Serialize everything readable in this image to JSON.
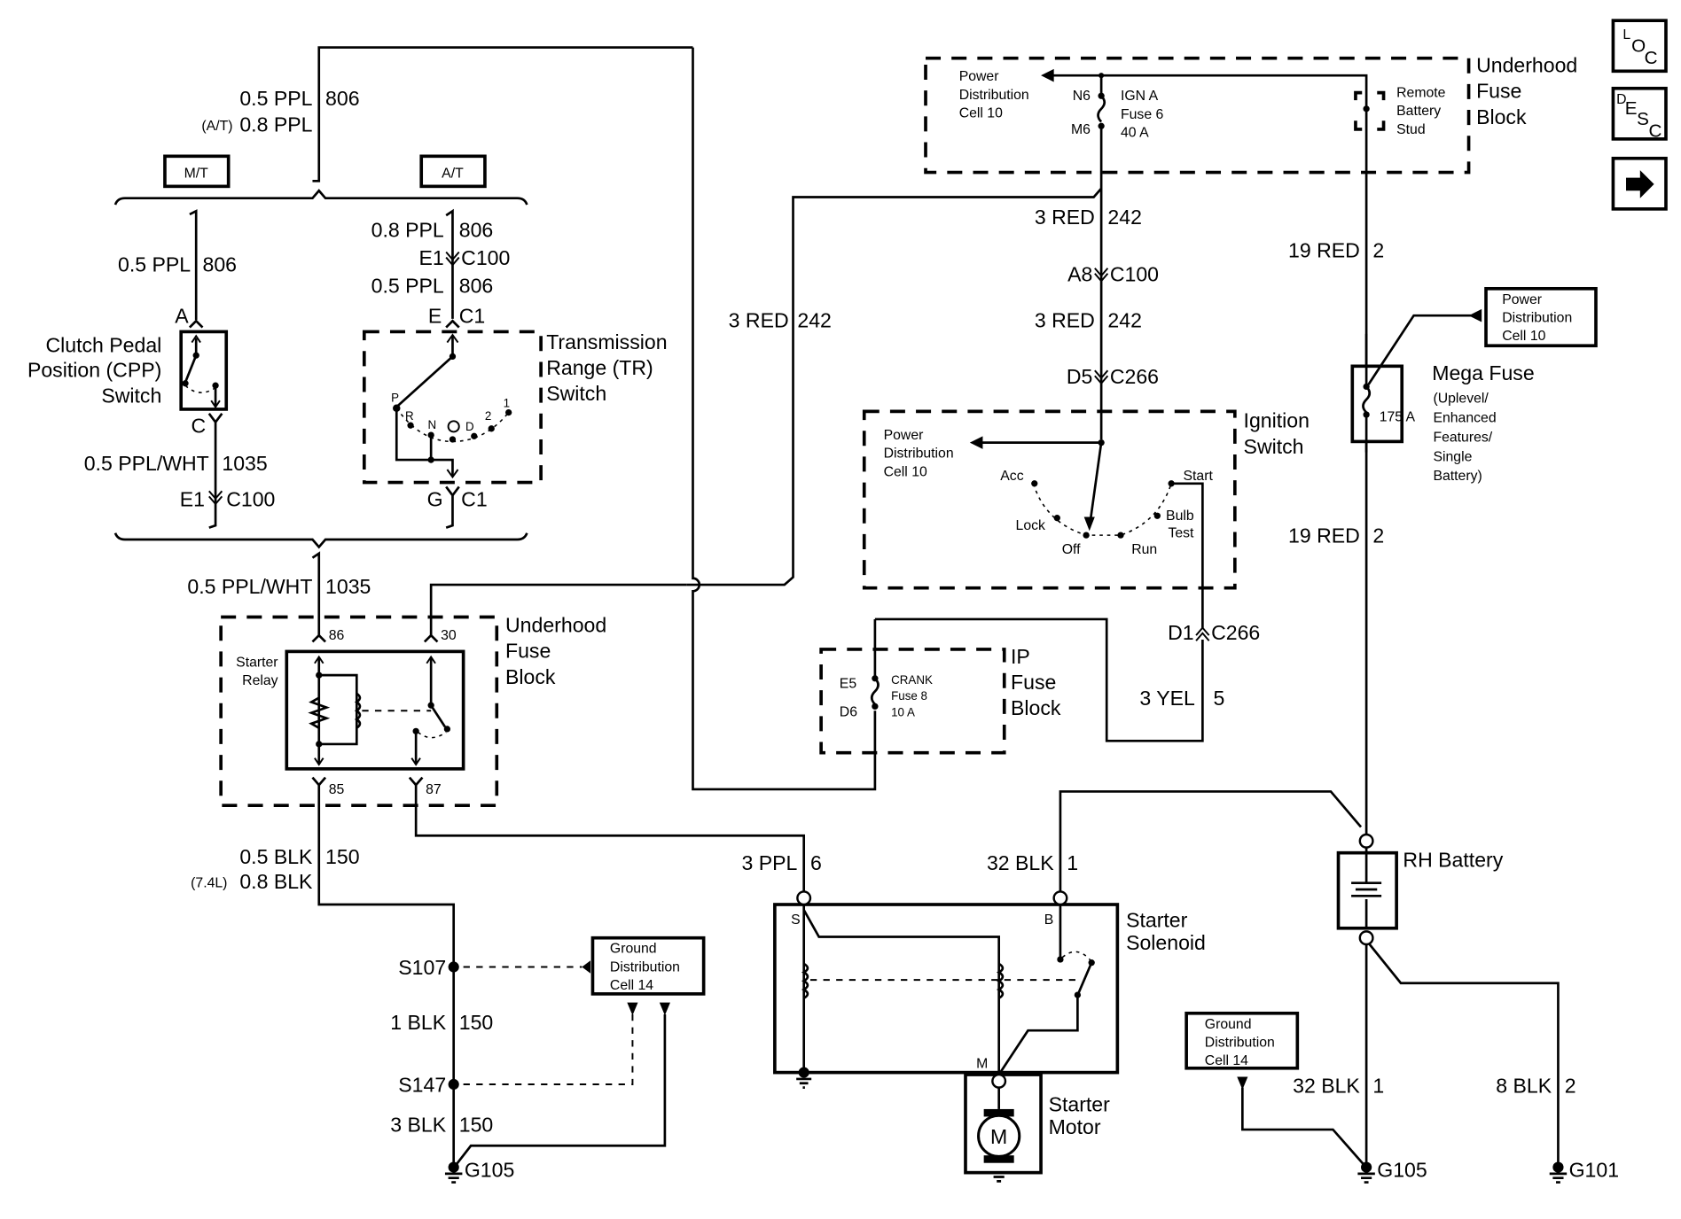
{
  "diagram": {
    "title": "Starting System Wiring Schematic",
    "nav_buttons": [
      {
        "label": "LOC",
        "glyph_letters": [
          "L",
          "O",
          "C"
        ],
        "icon": "locator-icon"
      },
      {
        "label": "DESC",
        "glyph_letters": [
          "D",
          "E",
          "S",
          "C"
        ],
        "icon": "description-icon"
      },
      {
        "label": "Next",
        "icon": "arrow-right-icon"
      }
    ],
    "top_wire": {
      "line1": "0.5 PPL",
      "circuit": "806",
      "line2_prefix": "(A/T)",
      "line2": "0.8 PPL"
    },
    "option_tags": {
      "mt": "M/T",
      "at": "A/T"
    },
    "mt_wire": {
      "gauge_color": "0.5 PPL",
      "circuit": "806"
    },
    "at_wire_upper": {
      "gauge_color": "0.8 PPL",
      "circuit": "806"
    },
    "at_connector_c100": {
      "pin": "E1",
      "connector": "C100"
    },
    "at_wire_lower": {
      "gauge_color": "0.5 PPL",
      "circuit": "806"
    },
    "cpp_switch": {
      "label_lines": [
        "Clutch Pedal",
        "Position (CPP)",
        "Switch"
      ],
      "pin_top": "A",
      "pin_bottom": "C"
    },
    "tr_switch": {
      "label_lines": [
        "Transmission",
        "Range (TR)",
        "Switch"
      ],
      "pin_top": "E",
      "conn_top": "C1",
      "pin_bottom": "G",
      "conn_bottom": "C1",
      "positions": [
        "P",
        "R",
        "N",
        "O",
        "D",
        "2",
        "1"
      ]
    },
    "cpp_out_wire": {
      "gauge_color": "0.5 PPL/WHT",
      "circuit": "1035"
    },
    "cpp_c100": {
      "pin": "E1",
      "connector": "C100"
    },
    "merged_wire": {
      "gauge_color": "0.5 PPL/WHT",
      "circuit": "1035"
    },
    "starter_relay": {
      "block_label_lines": [
        "Underhood",
        "Fuse",
        "Block"
      ],
      "relay_label_lines": [
        "Starter",
        "Relay"
      ],
      "pins": {
        "p86": "86",
        "p30": "30",
        "p85": "85",
        "p87": "87"
      }
    },
    "relay_ground_wire": {
      "line1": "0.5 BLK",
      "circuit": "150",
      "line2_prefix": "(7.4L)",
      "line2": "0.8 BLK"
    },
    "splices": {
      "s107": "S107",
      "s147": "S147"
    },
    "ground_wire_1": {
      "gauge_color": "1 BLK",
      "circuit": "150"
    },
    "ground_wire_3": {
      "gauge_color": "3 BLK",
      "circuit": "150"
    },
    "ground_left": "G105",
    "gdc_left": {
      "lines": [
        "Ground",
        "Distribution",
        "Cell 14"
      ]
    },
    "ufb_top": {
      "label_lines": [
        "Underhood",
        "Fuse",
        "Block"
      ],
      "pdc_lines": [
        "Power",
        "Distribution",
        "Cell 10"
      ],
      "fuse_pin_in": "N6",
      "fuse_pin_out": "M6",
      "fuse_lines": [
        "IGN A",
        "Fuse 6",
        "40 A"
      ],
      "stud_lines": [
        "Remote",
        "Battery",
        "Stud"
      ]
    },
    "red242_a": {
      "gauge_color": "3 RED",
      "circuit": "242"
    },
    "red242_left": {
      "gauge_color": "3 RED",
      "circuit": "242"
    },
    "c100_a8": {
      "pin": "A8",
      "connector": "C100"
    },
    "red242_b": {
      "gauge_color": "3 RED",
      "circuit": "242"
    },
    "c266_d5": {
      "pin": "D5",
      "connector": "C266"
    },
    "ignition_switch": {
      "label_lines": [
        "Ignition",
        "Switch"
      ],
      "pdc_lines": [
        "Power",
        "Distribution",
        "Cell 10"
      ],
      "positions": {
        "acc": "Acc",
        "lock": "Lock",
        "off": "Off",
        "run": "Run",
        "bulb": [
          "Bulb",
          "Test"
        ],
        "start": "Start"
      }
    },
    "c266_d1": {
      "pin": "D1",
      "connector": "C266"
    },
    "yel_wire": {
      "gauge_color": "3 YEL",
      "circuit": "5"
    },
    "ip_fuse_block": {
      "label_lines": [
        "IP",
        "Fuse",
        "Block"
      ],
      "pin_in": "E5",
      "pin_out": "D6",
      "fuse_lines": [
        "CRANK",
        "Fuse 8",
        "10 A"
      ]
    },
    "red2_upper": {
      "gauge_color": "19 RED",
      "circuit": "2"
    },
    "red2_lower": {
      "gauge_color": "19 RED",
      "circuit": "2"
    },
    "mega_fuse": {
      "pdc_lines": [
        "Power",
        "Distribution",
        "Cell 10"
      ],
      "rating": "175 A",
      "label": "Mega Fuse",
      "note_lines": [
        "(Uplevel/",
        "Enhanced",
        "Features/",
        "Single",
        "Battery)"
      ]
    },
    "ppl6_wire": {
      "gauge_color": "3 PPL",
      "circuit": "6"
    },
    "blk1_upper": {
      "gauge_color": "32 BLK",
      "circuit": "1"
    },
    "starter_solenoid": {
      "label_lines": [
        "Starter",
        "Solenoid"
      ],
      "pin_s": "S",
      "pin_b": "B",
      "pin_m": "M"
    },
    "starter_motor": {
      "label_lines": [
        "Starter",
        "Motor"
      ],
      "symbol": "M"
    },
    "battery": {
      "label": "RH Battery"
    },
    "gdc_right": {
      "lines": [
        "Ground",
        "Distribution",
        "Cell 14"
      ]
    },
    "blk1_lower": {
      "gauge_color": "32 BLK",
      "circuit": "1"
    },
    "blk2_lower": {
      "gauge_color": "8 BLK",
      "circuit": "2"
    },
    "ground_mid": "G105",
    "ground_right": "G101"
  }
}
